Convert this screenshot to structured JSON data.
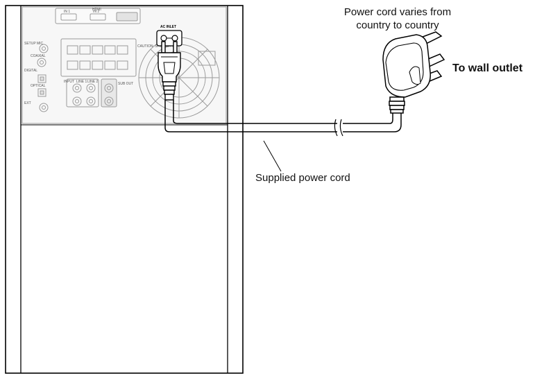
{
  "labels": {
    "cord_varies_line1": "Power cord varies from",
    "cord_varies_line2": "country to country",
    "to_wall_outlet": "To wall outlet",
    "supplied_power_cord": "Supplied power cord"
  },
  "panel_text": {
    "ac_inlet": "AC INLET",
    "hdmi": "HDMI",
    "in1": "IN 1",
    "in2": "IN 2",
    "setup_mic": "SETUP MIC",
    "digital": "DIGITAL",
    "coaxial": "COAXIAL",
    "optical": "OPTICAL",
    "ext": "EXT",
    "line1": "LINE 1",
    "line2": "LINE 2",
    "input": "INPUT",
    "sub_out": "SUB OUT",
    "speaker_caution": "CAUTION: SPEAKER IMP."
  },
  "colors": {
    "line": "#000000",
    "panel_line": "#9a9a9a",
    "panel_fill": "#f2f2f2",
    "plug_fill": "#ffffff"
  }
}
